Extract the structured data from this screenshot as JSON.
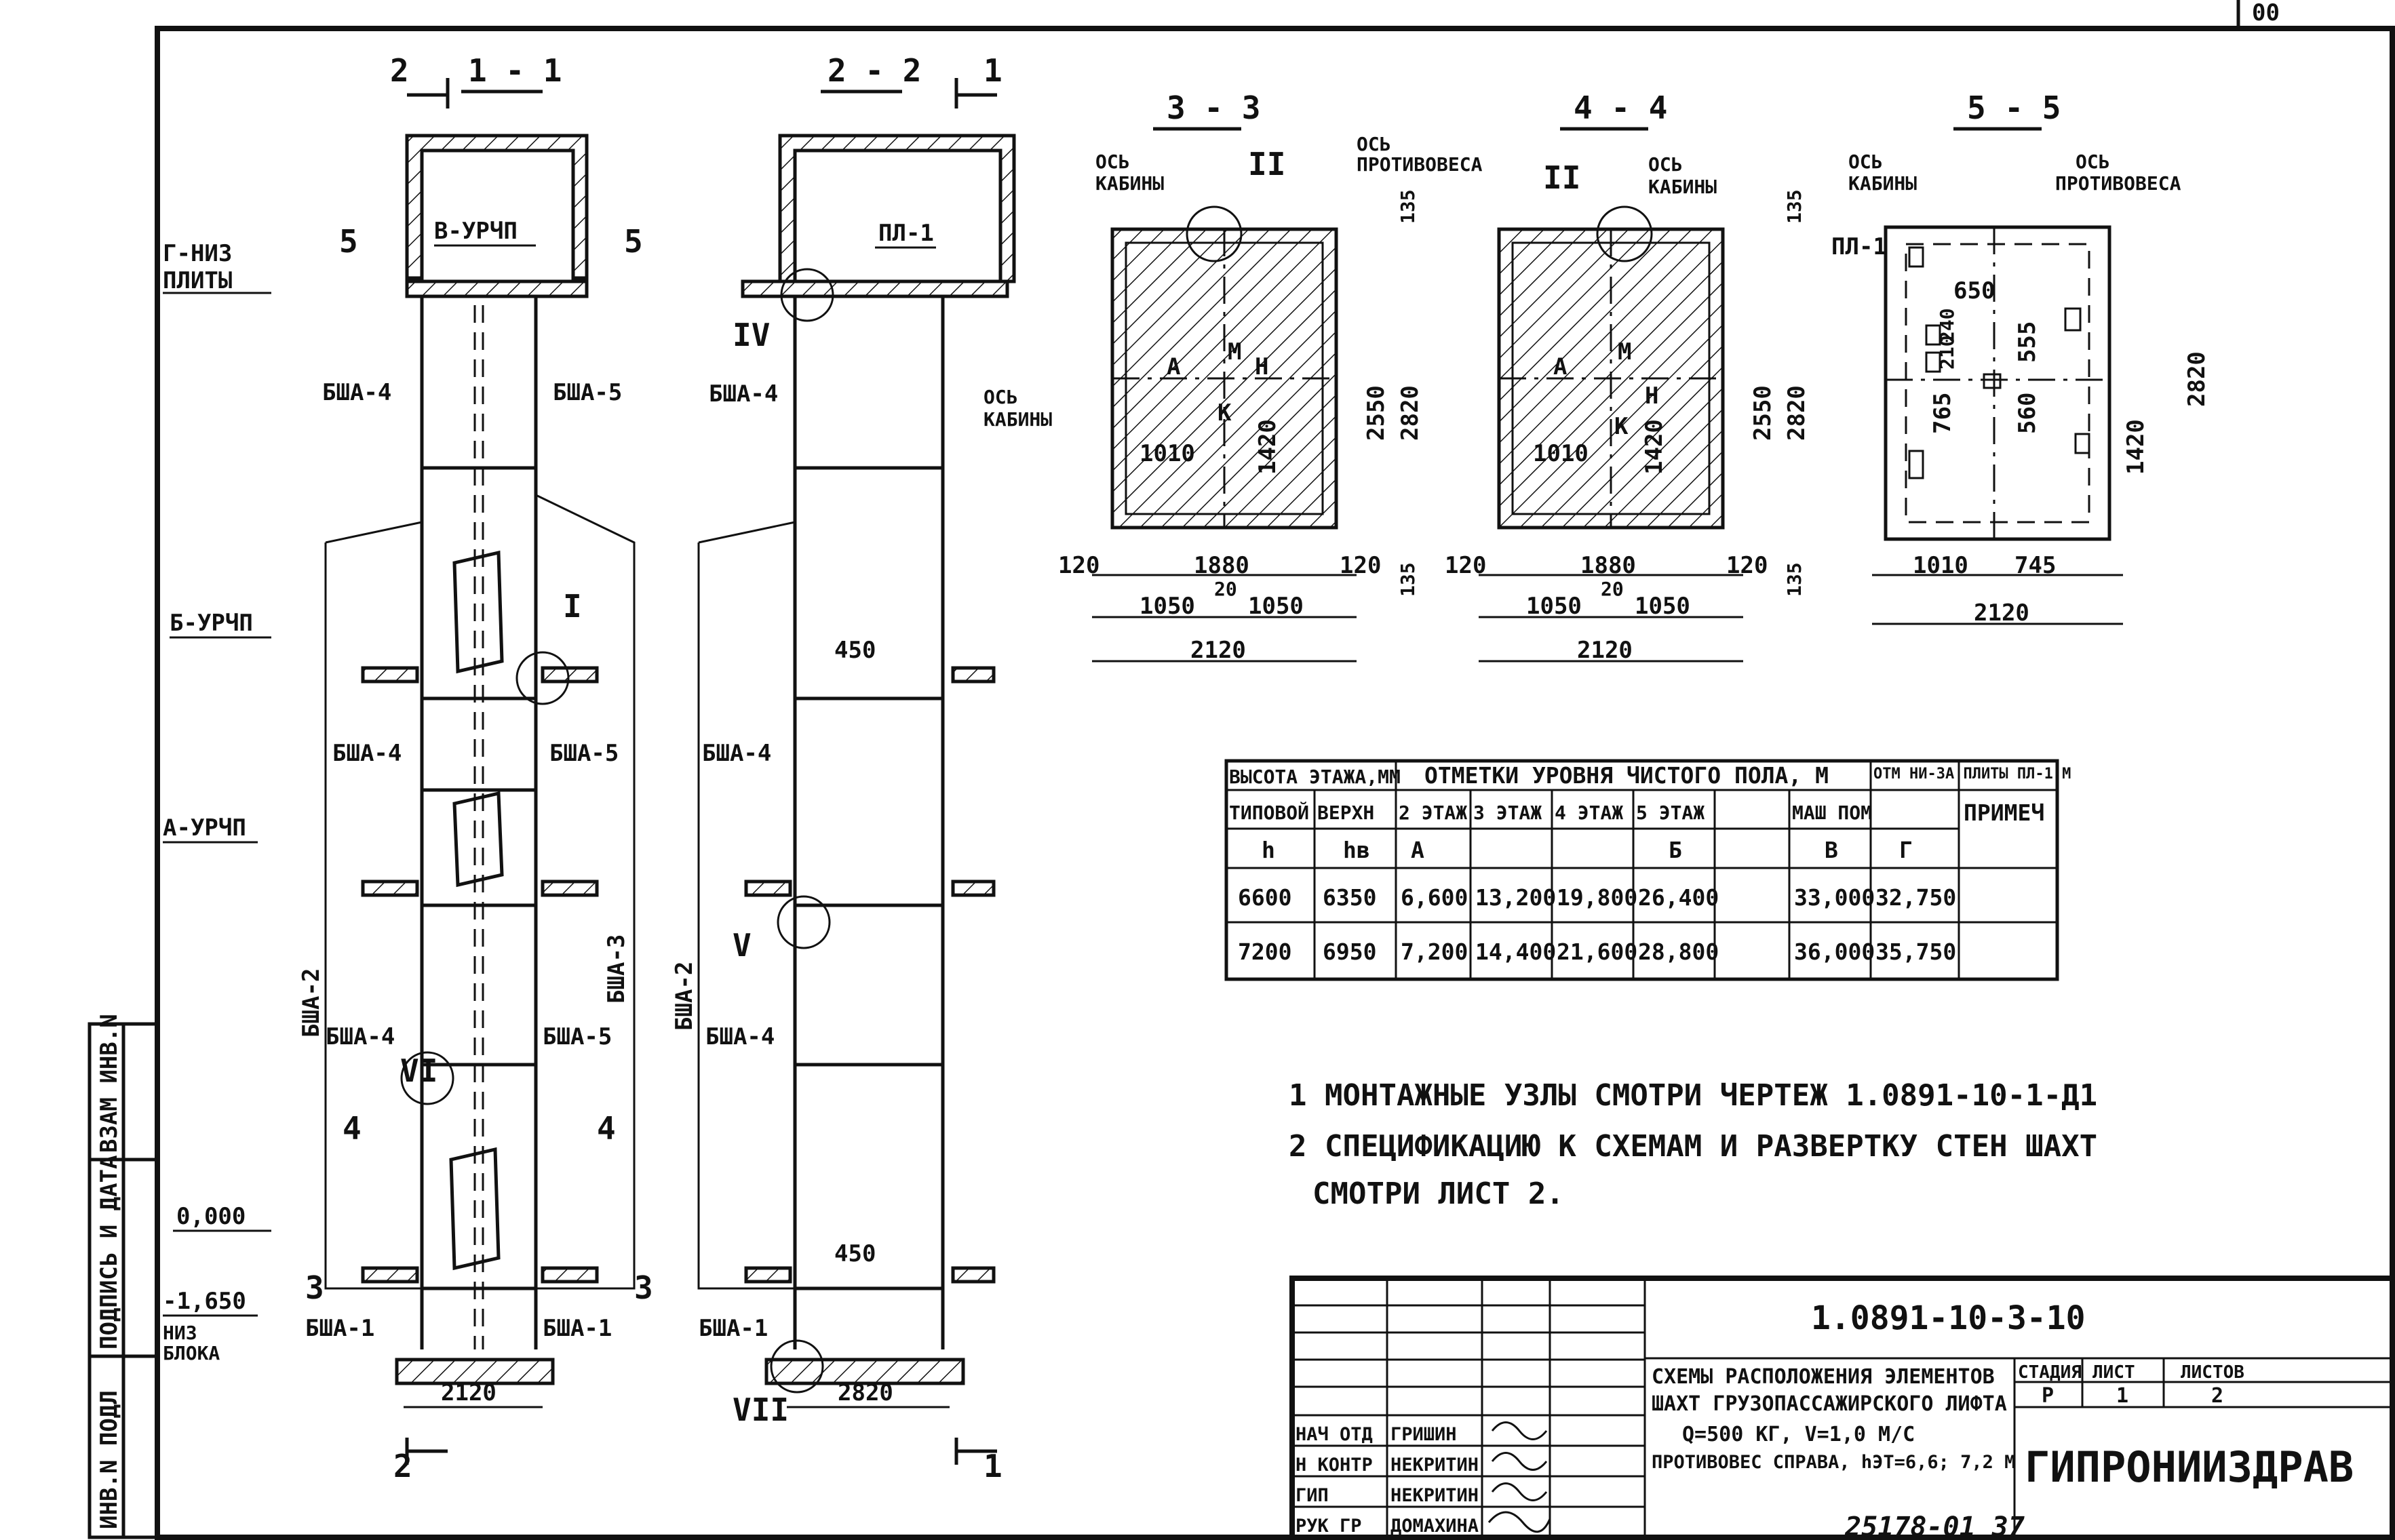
{
  "sections": {
    "s11": "1 - 1",
    "s22": "2 - 2",
    "s33": "3 - 3",
    "s44": "4 - 4",
    "s55": "5 - 5",
    "cut1": "1",
    "cut2": "2",
    "cut3": "3",
    "cut4": "4",
    "cut5": "5"
  },
  "labels": {
    "g_niz": "Г-НИЗ",
    "plity": "ПЛИТЫ",
    "v_urchp": "В-УРЧП",
    "b_urchp": "Б-УРЧП",
    "a_urchp": "А-УРЧП",
    "zero": "0,000",
    "minus": "-1,650",
    "niz": "НИЗ",
    "bloka": "БЛОКА",
    "bsha1": "БША-1",
    "bsha2": "БША-2",
    "bsha3": "БША-3",
    "bsha4": "БША-4",
    "bsha5": "БША-5",
    "pl1": "ПЛ-1",
    "node_I": "I",
    "node_II": "II",
    "node_IV": "IV",
    "node_V": "V",
    "node_VI": "VI",
    "node_VII": "VII",
    "os_kabiny": "ОСЬ",
    "kabiny": "КАБИНЫ",
    "os_prot": "ОСЬ",
    "protivovesa": "ПРОТИВОВЕСА",
    "A": "А",
    "M": "М",
    "H": "Н",
    "K": "К"
  },
  "dims": {
    "d2120": "2120",
    "d2820": "2820",
    "d1880": "1880",
    "d1050": "1050",
    "d20": "20",
    "d120": "120",
    "d2550": "2550",
    "d1420": "1420",
    "d1010": "1010",
    "d135": "135",
    "d450": "450",
    "d650": "650",
    "d555": "555",
    "d560": "560",
    "d765": "765",
    "d745": "745",
    "d240": "240",
    "d210": "210"
  },
  "table": {
    "h1": "ВЫСОТА ЭТАЖА,ММ",
    "h2": "ОТМЕТКИ УРОВНЯ ЧИСТОГО ПОЛА, М",
    "h3": "ОТМ НИ-ЗА ПЛИТЫ ПЛ-1,М",
    "h4": "ПРИМЕЧ",
    "sub": [
      "ТИПОВОЙ",
      "ВЕРХН",
      "2 ЭТАЖ",
      "3 ЭТАЖ",
      "4 ЭТАЖ",
      "5 ЭТАЖ",
      "",
      "МАШ ПОМ"
    ],
    "sym": [
      "h",
      "hв",
      "А",
      "",
      "",
      "Б",
      "",
      "В",
      "Г"
    ],
    "rows": [
      [
        "6600",
        "6350",
        "6,600",
        "13,200",
        "19,800",
        "26,400",
        "",
        "33,000",
        "32,750",
        ""
      ],
      [
        "7200",
        "6950",
        "7,200",
        "14,400",
        "21,600",
        "28,800",
        "",
        "36,000",
        "35,750",
        ""
      ]
    ]
  },
  "notes": {
    "n1": "1 МОНТАЖНЫЕ УЗЛЫ СМОТРИ ЧЕРТЕЖ 1.0891-10-1-Д1",
    "n2a": "2 СПЕЦИФИКАЦИЮ К СХЕМАМ И РАЗВЕРТКУ СТЕН ШАХТ",
    "n2b": "СМОТРИ ЛИСТ 2."
  },
  "title_block": {
    "code": "1.0891-10-3-10",
    "desc1": "СХЕМЫ РАСПОЛОЖЕНИЯ ЭЛЕМЕНТОВ",
    "desc2": "ШАХТ ГРУЗОПАССАЖИРСКОГО ЛИФТА",
    "desc3": "Q=500 КГ, V=1,0 М/С",
    "desc4": "ПРОТИВОВЕС СПРАВА, hЭТ=6,6; 7,2 М",
    "stage_h": "СТАДИЯ",
    "sheet_h": "ЛИСТ",
    "sheets_h": "ЛИСТОВ",
    "stage": "Р",
    "sheet": "1",
    "sheets": "2",
    "org": "ГИПРОНИИЗДРАВ",
    "roles": [
      "НАЧ ОТД",
      "Н КОНТР",
      "ГИП",
      "РУК ГР"
    ],
    "names": [
      "ГРИШИН",
      "НЕКРИТИН",
      "НЕКРИТИН",
      "ДОМАХИНА"
    ]
  },
  "side_stamp": [
    "ИНВ.N ПОДЛ",
    "ПОДПИСЬ И ДАТА",
    "ВЗАМ ИНВ.N"
  ],
  "footer": "25178-01 37",
  "corner": "00"
}
